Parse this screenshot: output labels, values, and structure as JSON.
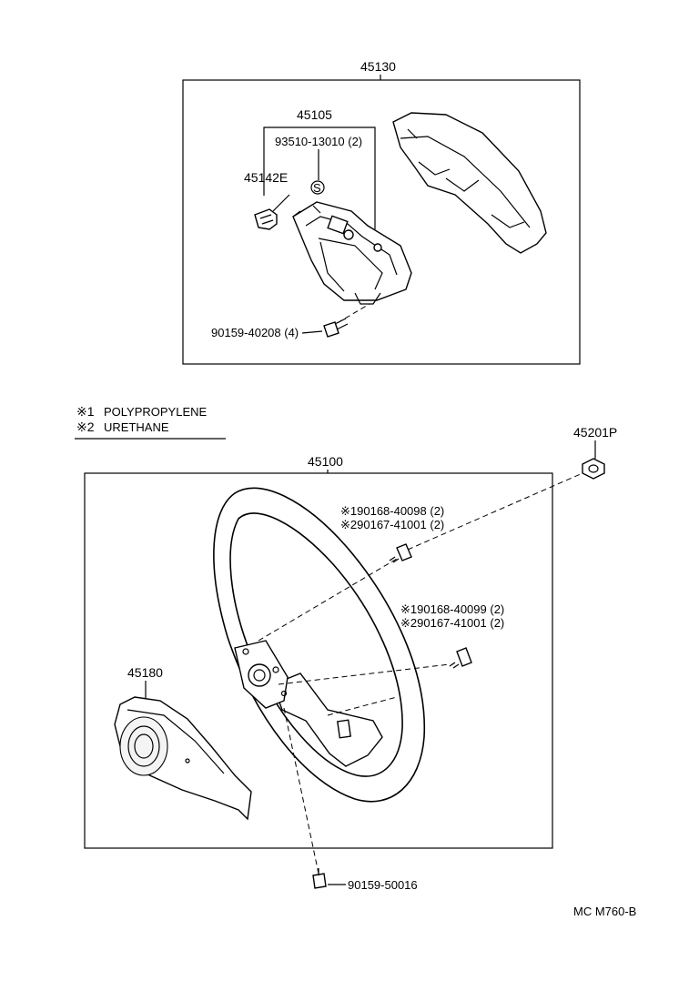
{
  "top_assembly": {
    "label": "45130",
    "part_45105": "45105",
    "part_93510": "93510-13010 (2)",
    "part_45142E": "45142E",
    "symbol_s": "S",
    "part_90159_40208": "90159-40208 (4)"
  },
  "legend": {
    "line1_mark": "※1",
    "line1_text": "POLYPROPYLENE",
    "line2_mark": "※2",
    "line2_text": "URETHANE"
  },
  "bottom_assembly": {
    "label": "45100",
    "part_45201P": "45201P",
    "part_45180": "45180",
    "bolt_a_line1": "※190168-40098 (2)",
    "bolt_a_line2": "※290167-41001 (2)",
    "bolt_b_line1": "※190168-40099 (2)",
    "bolt_b_line2": "※290167-41001 (2)",
    "part_90159_50016": "90159-50016"
  },
  "footer": {
    "code": "MC M760-B"
  }
}
